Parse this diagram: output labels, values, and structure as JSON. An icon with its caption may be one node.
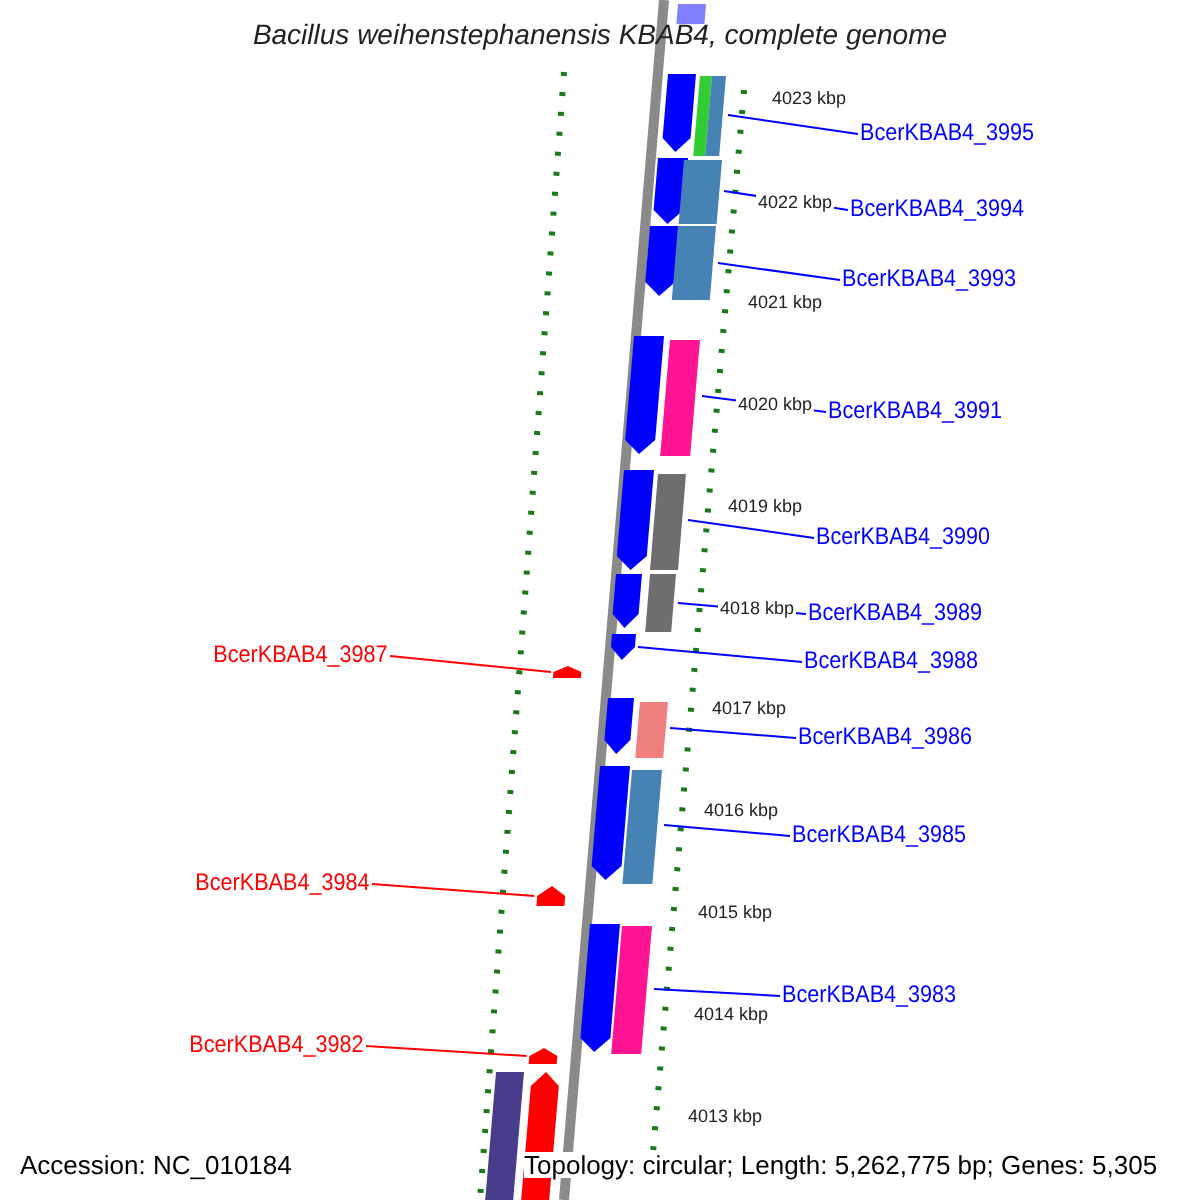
{
  "diagram": {
    "title": "Bacillus weihenstephanensis KBAB4, complete genome",
    "nodes": [
      {
        "text": [
          "BcerKBAB4_3995"
        ]
      },
      {
        "text": [
          "BcerKBAB4_3994"
        ]
      },
      {
        "text": [
          "BcerKBAB4_3993"
        ]
      },
      {
        "text": [
          "BcerKBAB4_3991"
        ]
      },
      {
        "text": [
          "BcerKBAB4_3990"
        ]
      },
      {
        "text": [
          "BcerKBAB4_3989"
        ]
      },
      {
        "text": [
          "BcerKBAB4_3987"
        ]
      },
      {
        "text": [
          "BcerKBAB4_3988"
        ]
      },
      {
        "text": [
          "BcerKBAB4_3986"
        ]
      },
      {
        "text": [
          "BcerKBAB4_3985"
        ]
      },
      {
        "text": [
          "BcerKBAB4_3984"
        ]
      },
      {
        "text": [
          "BcerKBAB4_3983"
        ]
      },
      {
        "text": [
          "BcerKBAB4_3982"
        ]
      },
      {
        "text": [],
        "shape": "arrow"
      },
      {
        "text": [],
        "shape": "arrow"
      },
      {
        "text": [],
        "shape": "arrow"
      },
      {
        "text": [],
        "shape": "arrow"
      },
      {
        "text": [],
        "shape": "arrow"
      },
      {
        "text": [],
        "shape": "arrow"
      },
      {
        "text": [],
        "shape": "arrow"
      },
      {
        "text": [],
        "shape": "arrow"
      },
      {
        "text": [],
        "shape": "arrow"
      },
      {
        "text": [],
        "shape": "arrow"
      },
      {
        "text": [],
        "shape": "arrow"
      },
      {
        "text": [],
        "shape": "arrow"
      },
      {
        "text": [],
        "shape": "arrow"
      }
    ],
    "edges": [
      {
        "from": 0,
        "to": 13,
        "arrow": "none"
      },
      {
        "from": 1,
        "to": 14,
        "arrow": "none"
      },
      {
        "from": 2,
        "to": 15,
        "arrow": "none"
      },
      {
        "from": 3,
        "to": 16,
        "arrow": "none"
      },
      {
        "from": 4,
        "to": 17,
        "arrow": "none"
      },
      {
        "from": 5,
        "to": 18,
        "arrow": "none"
      },
      {
        "from": 6,
        "to": 19,
        "arrow": "none",
        "color": "#ff0000"
      },
      {
        "from": 7,
        "to": 20,
        "arrow": "none"
      },
      {
        "from": 8,
        "to": 21,
        "arrow": "none"
      },
      {
        "from": 9,
        "to": 22,
        "arrow": "none"
      },
      {
        "from": 10,
        "to": 23,
        "arrow": "none",
        "color": "#ff0000"
      },
      {
        "from": 11,
        "to": 24,
        "arrow": "none"
      },
      {
        "from": 12,
        "to": 25,
        "arrow": "none",
        "color": "#ff0000"
      }
    ],
    "labels": [
      "4023 kbp",
      "4022 kbp",
      "4021 kbp",
      "4020 kbp",
      "4019 kbp",
      "4018 kbp",
      "4017 kbp",
      "4016 kbp",
      "4015 kbp",
      "4014 kbp",
      "4013 kbp",
      "Accession: NC_010184",
      "Topology: circular; Length: 5,262,775 bp; Genes: 5,305"
    ]
  }
}
